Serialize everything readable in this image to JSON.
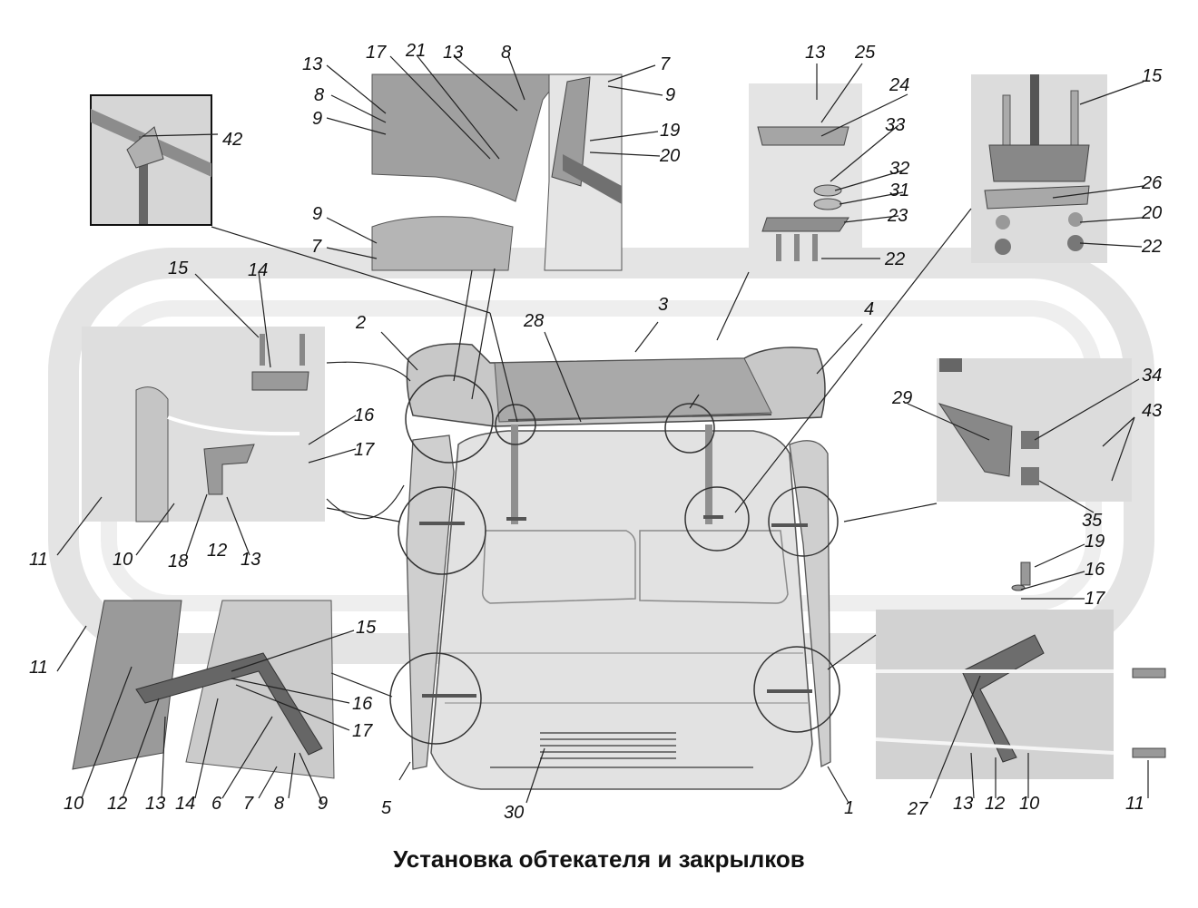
{
  "caption": "Установка обтекателя и закрылков",
  "callouts": [
    "1",
    "2",
    "3",
    "4",
    "5",
    "6",
    "7",
    "8",
    "9",
    "10",
    "11",
    "12",
    "13",
    "14",
    "15",
    "16",
    "17",
    "18",
    "19",
    "20",
    "21",
    "22",
    "23",
    "24",
    "25",
    "26",
    "27",
    "28",
    "29",
    "30",
    "31",
    "32",
    "33",
    "34",
    "35",
    "42",
    "43"
  ],
  "colors": {
    "background": "#ffffff",
    "part_fill": "#d9d9d9",
    "dark_fill": "#9a9a9a",
    "ink": "#111111",
    "watermark": "#e6e6e6"
  }
}
